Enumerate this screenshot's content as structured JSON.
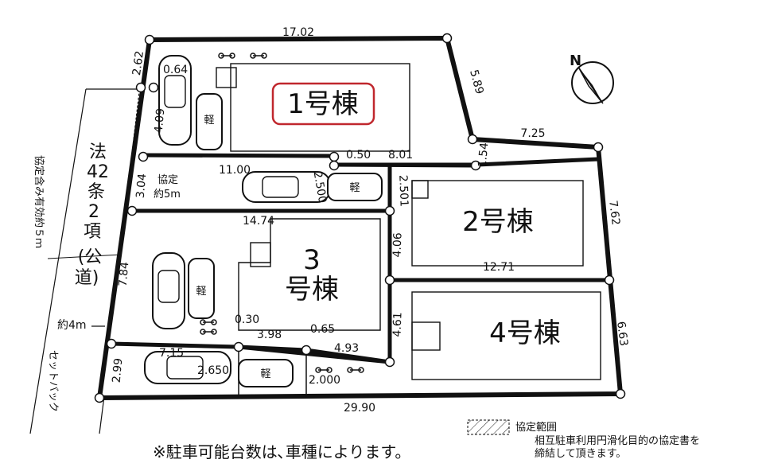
{
  "compass": {
    "label": "N"
  },
  "buildings": {
    "b1": "1号棟",
    "b2": "2号棟",
    "b3_line1": "3",
    "b3_line2": "号棟",
    "b4": "4号棟"
  },
  "road": {
    "label_line1": "法",
    "label_line2": "42",
    "label_line3": "条",
    "label_line4": "2",
    "label_line5": "項",
    "label_line6": "(公",
    "label_line7": "道)",
    "width_note": "協定含み有効約５ｍ",
    "width_4m": "約4m",
    "setback": "セットバック"
  },
  "agreement": {
    "label1": "協定",
    "label2": "約5m"
  },
  "small_car_label": "軽",
  "dimensions": {
    "d_17_02": "17.02",
    "d_2_62": "2.62",
    "d_0_64": "0.64",
    "d_5_89": "5.89",
    "d_4_09": "4.09",
    "d_7_25": "7.25",
    "d_1_54": "1.54",
    "d_0_50": "0.50",
    "d_8_01": "8.01",
    "d_11_00": "11.00",
    "d_2_500": "2.500",
    "d_2_501": "2.501",
    "d_3_04": "3.04",
    "d_7_62": "7.62",
    "d_14_74": "14.74",
    "d_4_06": "4.06",
    "d_12_71": "12.71",
    "d_7_84": "7.84",
    "d_4_61": "4.61",
    "d_6_63": "6.63",
    "d_0_30": "0.30",
    "d_3_98": "3.98",
    "d_0_65": "0.65",
    "d_4_93": "4.93",
    "d_7_15": "7.15",
    "d_2_650": "2.650",
    "d_2_000": "2.000",
    "d_2_99": "2.99",
    "d_29_90": "29.90"
  },
  "legend": {
    "title": "協定範囲",
    "line1": "相互駐車利用円滑化目的の協定書を",
    "line2": "締結して頂きます。"
  },
  "footnote": "※駐車可能台数は､車種によります。"
}
